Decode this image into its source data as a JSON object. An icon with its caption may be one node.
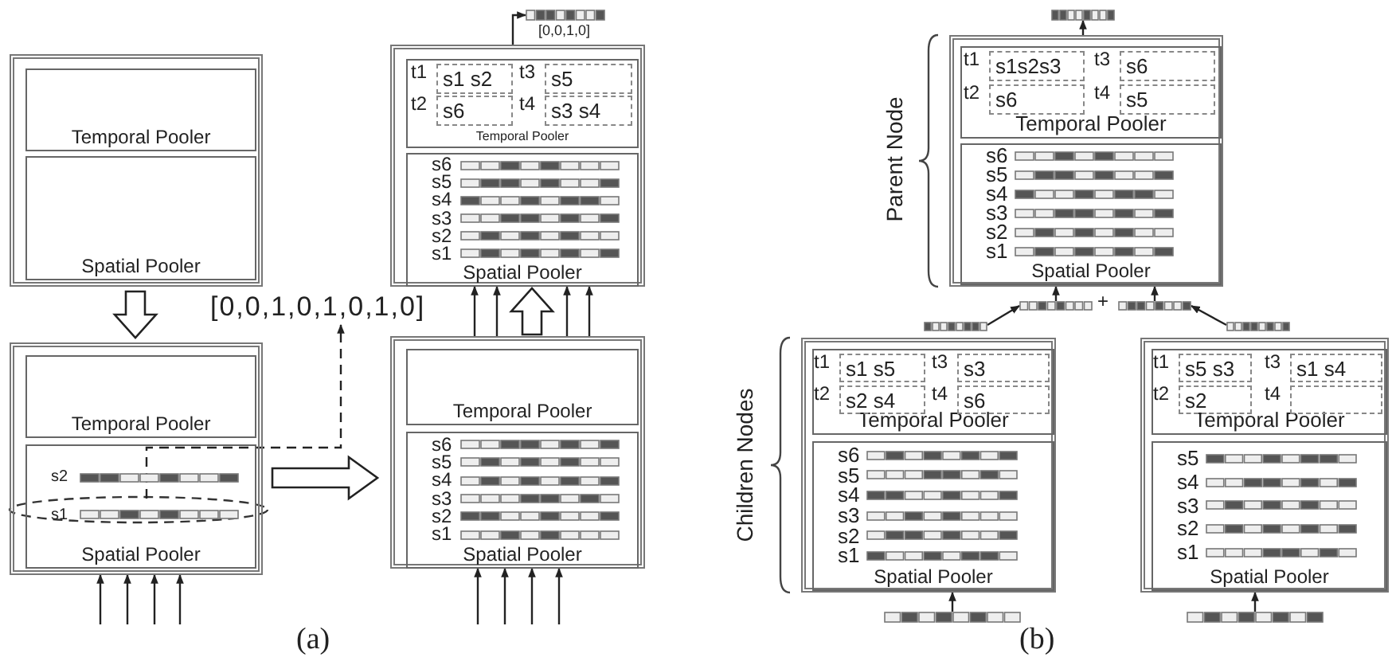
{
  "diagram": {
    "nodes": [
      {
        "text": [],
        "shape": "box"
      },
      {
        "text": [
          "Temporal Pooler"
        ],
        "in": 0
      },
      {
        "text": [
          "Spatial Pooler"
        ],
        "in": 0
      },
      {
        "text": [],
        "shape": "box"
      },
      {
        "text": [
          "Temporal Pooler"
        ],
        "in": 3
      },
      {
        "text": [
          "s2",
          "s1",
          "Spatial Pooler"
        ],
        "in": 3
      },
      {
        "text": [
          "[0,0,1,0,1,0,1,0]"
        ]
      },
      {
        "text": [],
        "shape": "box"
      },
      {
        "text": [
          "Temporal Pooler"
        ],
        "in": 7
      },
      {
        "text": [
          "s6",
          "s5",
          "s4",
          "s3",
          "s2",
          "s1",
          "Spatial Pooler"
        ],
        "in": 7
      },
      {
        "text": [],
        "shape": "box"
      },
      {
        "text": [
          "Temporal Pooler"
        ],
        "in": 10
      },
      {
        "text": [
          "s1 s2"
        ],
        "in": 11,
        "beside": [
          "t1"
        ]
      },
      {
        "text": [
          "s5"
        ],
        "in": 11,
        "beside": [
          "t3"
        ]
      },
      {
        "text": [
          "s6"
        ],
        "in": 11,
        "beside": [
          "t2"
        ]
      },
      {
        "text": [
          "s3 s4"
        ],
        "in": 11,
        "beside": [
          "t4"
        ]
      },
      {
        "text": [
          "s6",
          "s5",
          "s4",
          "s3",
          "s2",
          "s1",
          "Spatial Pooler"
        ],
        "in": 10
      },
      {
        "text": [],
        "shape": "bar",
        "beside": [
          "[0,0,1,0]"
        ]
      },
      {
        "text": [],
        "shape": "box",
        "beside": [
          "Parent Node"
        ]
      },
      {
        "text": [
          "Temporal Pooler"
        ],
        "in": 18
      },
      {
        "text": [
          "s1s2s3"
        ],
        "in": 19,
        "beside": [
          "t1"
        ]
      },
      {
        "text": [
          "s6"
        ],
        "in": 19,
        "beside": [
          "t3"
        ]
      },
      {
        "text": [
          "s6"
        ],
        "in": 19,
        "beside": [
          "t2"
        ]
      },
      {
        "text": [
          "s5"
        ],
        "in": 19,
        "beside": [
          "t4"
        ]
      },
      {
        "text": [
          "s6",
          "s5",
          "s4",
          "s3",
          "s2",
          "s1",
          "Spatial Pooler"
        ],
        "in": 18
      },
      {
        "text": [],
        "shape": "box",
        "beside": [
          "Children Nodes"
        ]
      },
      {
        "text": [
          "Temporal Pooler"
        ],
        "in": 25
      },
      {
        "text": [
          "s1 s5"
        ],
        "in": 26,
        "beside": [
          "t1"
        ]
      },
      {
        "text": [
          "s3"
        ],
        "in": 26,
        "beside": [
          "t3"
        ]
      },
      {
        "text": [
          "s2 s4"
        ],
        "in": 26,
        "beside": [
          "t2"
        ]
      },
      {
        "text": [
          "s6"
        ],
        "in": 26,
        "beside": [
          "t4"
        ]
      },
      {
        "text": [
          "s6",
          "s5",
          "s4",
          "s3",
          "s2",
          "s1",
          "Spatial Pooler"
        ],
        "in": 25
      },
      {
        "text": [],
        "shape": "box"
      },
      {
        "text": [
          "Temporal Pooler"
        ],
        "in": 32
      },
      {
        "text": [
          "s5 s3"
        ],
        "in": 33,
        "beside": [
          "t1"
        ]
      },
      {
        "text": [
          "s1 s4"
        ],
        "in": 33,
        "beside": [
          "t3"
        ]
      },
      {
        "text": [
          "s2"
        ],
        "in": 33,
        "beside": [
          "t2"
        ]
      },
      {
        "text": [],
        "shape": "box",
        "in": 33,
        "beside": [
          "t4"
        ]
      },
      {
        "text": [
          "s5",
          "s4",
          "s3",
          "s2",
          "s1",
          "Spatial Pooler"
        ],
        "in": 32
      },
      {
        "text": [],
        "shape": "bar"
      },
      {
        "text": [],
        "shape": "bar"
      },
      {
        "text": [],
        "shape": "bar"
      },
      {
        "text": [],
        "shape": "bar"
      },
      {
        "text": [],
        "shape": "bar"
      },
      {
        "text": [],
        "shape": "bar"
      },
      {
        "text": [],
        "shape": "bar"
      }
    ],
    "edges": [
      {
        "from": 0,
        "to": 3,
        "arrow": "to",
        "style": "thick"
      },
      {
        "from": 3,
        "to": 7,
        "arrow": "to",
        "style": "thick"
      },
      {
        "from": 7,
        "to": 10,
        "arrow": "to",
        "style": "thick"
      },
      {
        "from": 5,
        "to": 6,
        "arrow": "to",
        "style": "dashed"
      },
      {
        "from": null,
        "to": 3,
        "arrow": "to"
      },
      {
        "from": null,
        "to": 3,
        "arrow": "to"
      },
      {
        "from": null,
        "to": 3,
        "arrow": "to"
      },
      {
        "from": null,
        "to": 3,
        "arrow": "to"
      },
      {
        "from": null,
        "to": 7,
        "arrow": "to"
      },
      {
        "from": null,
        "to": 7,
        "arrow": "to"
      },
      {
        "from": null,
        "to": 7,
        "arrow": "to"
      },
      {
        "from": null,
        "to": 7,
        "arrow": "to"
      },
      {
        "from": 7,
        "to": 10,
        "arrow": "to"
      },
      {
        "from": 7,
        "to": 10,
        "arrow": "to"
      },
      {
        "from": 7,
        "to": 10,
        "arrow": "to"
      },
      {
        "from": 7,
        "to": 10,
        "arrow": "to"
      },
      {
        "from": 10,
        "to": 17,
        "arrow": "to"
      },
      {
        "from": 18,
        "to": 39,
        "arrow": "to"
      },
      {
        "from": 40,
        "to": 18,
        "arrow": "to"
      },
      {
        "from": 41,
        "to": 18,
        "arrow": "to"
      },
      {
        "from": 42,
        "to": 40,
        "arrow": "to"
      },
      {
        "from": 43,
        "to": 41,
        "arrow": "to"
      },
      {
        "from": 44,
        "to": 25,
        "arrow": "to"
      },
      {
        "from": 45,
        "to": 32,
        "arrow": "to"
      }
    ],
    "labels": [
      "+",
      "(a)",
      "(b)"
    ]
  }
}
